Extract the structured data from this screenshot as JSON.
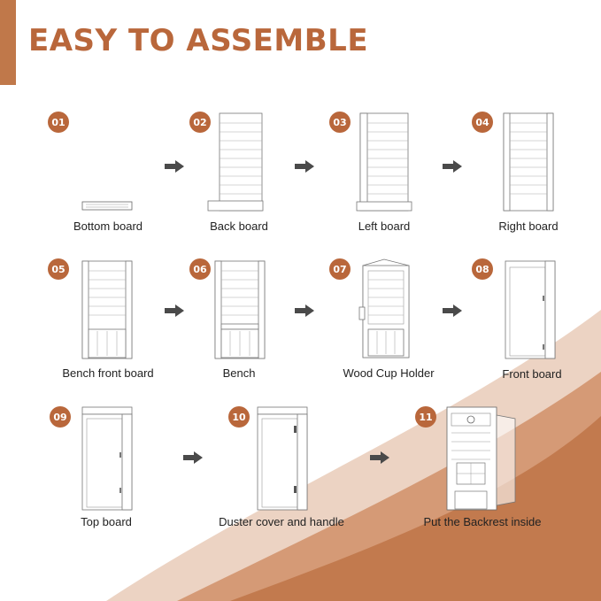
{
  "title": "EASY TO ASSEMBLE",
  "colors": {
    "accent": "#b9673b",
    "wave_dark": "#c27a4e",
    "wave_light": "#e6c8b6",
    "arrow": "#4a4a4a"
  },
  "steps": [
    {
      "number": "01",
      "label": "Bottom board"
    },
    {
      "number": "02",
      "label": "Back board"
    },
    {
      "number": "03",
      "label": "Left board"
    },
    {
      "number": "04",
      "label": "Right board"
    },
    {
      "number": "05",
      "label": "Bench front board"
    },
    {
      "number": "06",
      "label": "Bench"
    },
    {
      "number": "07",
      "label": "Wood Cup Holder"
    },
    {
      "number": "08",
      "label": "Front board"
    },
    {
      "number": "09",
      "label": "Top board"
    },
    {
      "number": "10",
      "label": "Duster cover and handle"
    },
    {
      "number": "11",
      "label": "Put the Backrest inside"
    }
  ]
}
